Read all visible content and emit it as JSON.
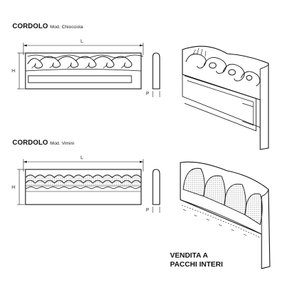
{
  "products": [
    {
      "name": "CORDOLO",
      "model": "Mod. Chiocciola",
      "dims": {
        "length": "L",
        "height": "H",
        "depth": "P"
      }
    },
    {
      "name": "CORDOLO",
      "model": "Mod. Vimini",
      "dims": {
        "length": "L",
        "height": "H",
        "depth": "P"
      }
    }
  ],
  "note": {
    "line1": "VENDITA A",
    "line2": "PACCHI INTERI"
  }
}
